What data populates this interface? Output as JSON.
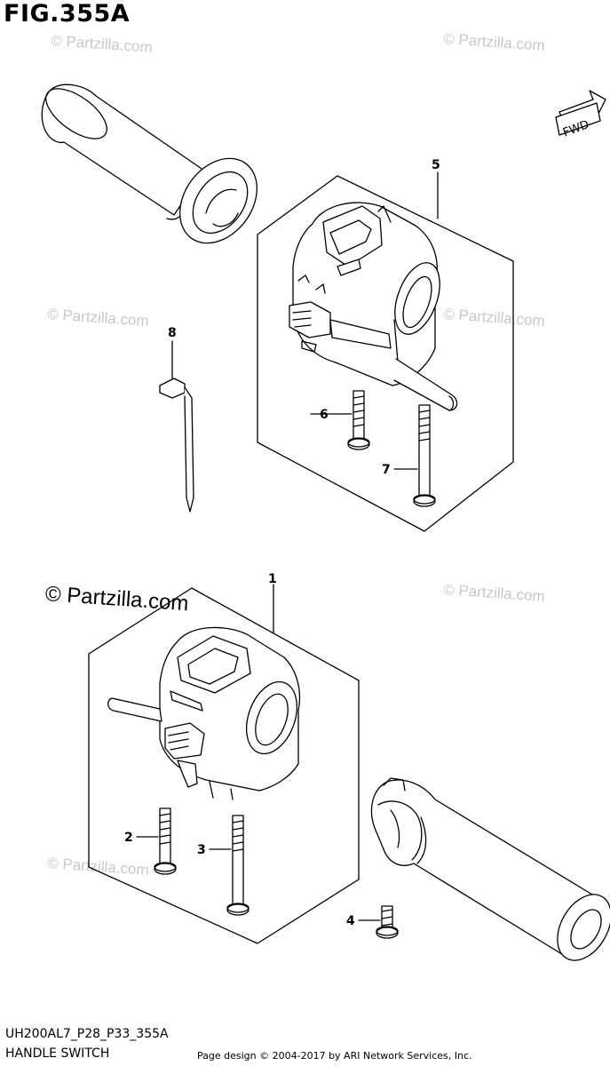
{
  "figure": {
    "title": "FIG.355A",
    "code": "UH200AL7_P28_P33_355A",
    "name": "HANDLE SWITCH",
    "credit": "Page design © 2004-2017 by ARI Network Services, Inc."
  },
  "watermark": {
    "main": "© Partzilla.com",
    "faint": "© Partzilla.com"
  },
  "direction_label": "FWD",
  "callouts": {
    "c1": "1",
    "c2": "2",
    "c3": "3",
    "c4": "4",
    "c5": "5",
    "c6": "6",
    "c7": "7",
    "c8": "8"
  }
}
